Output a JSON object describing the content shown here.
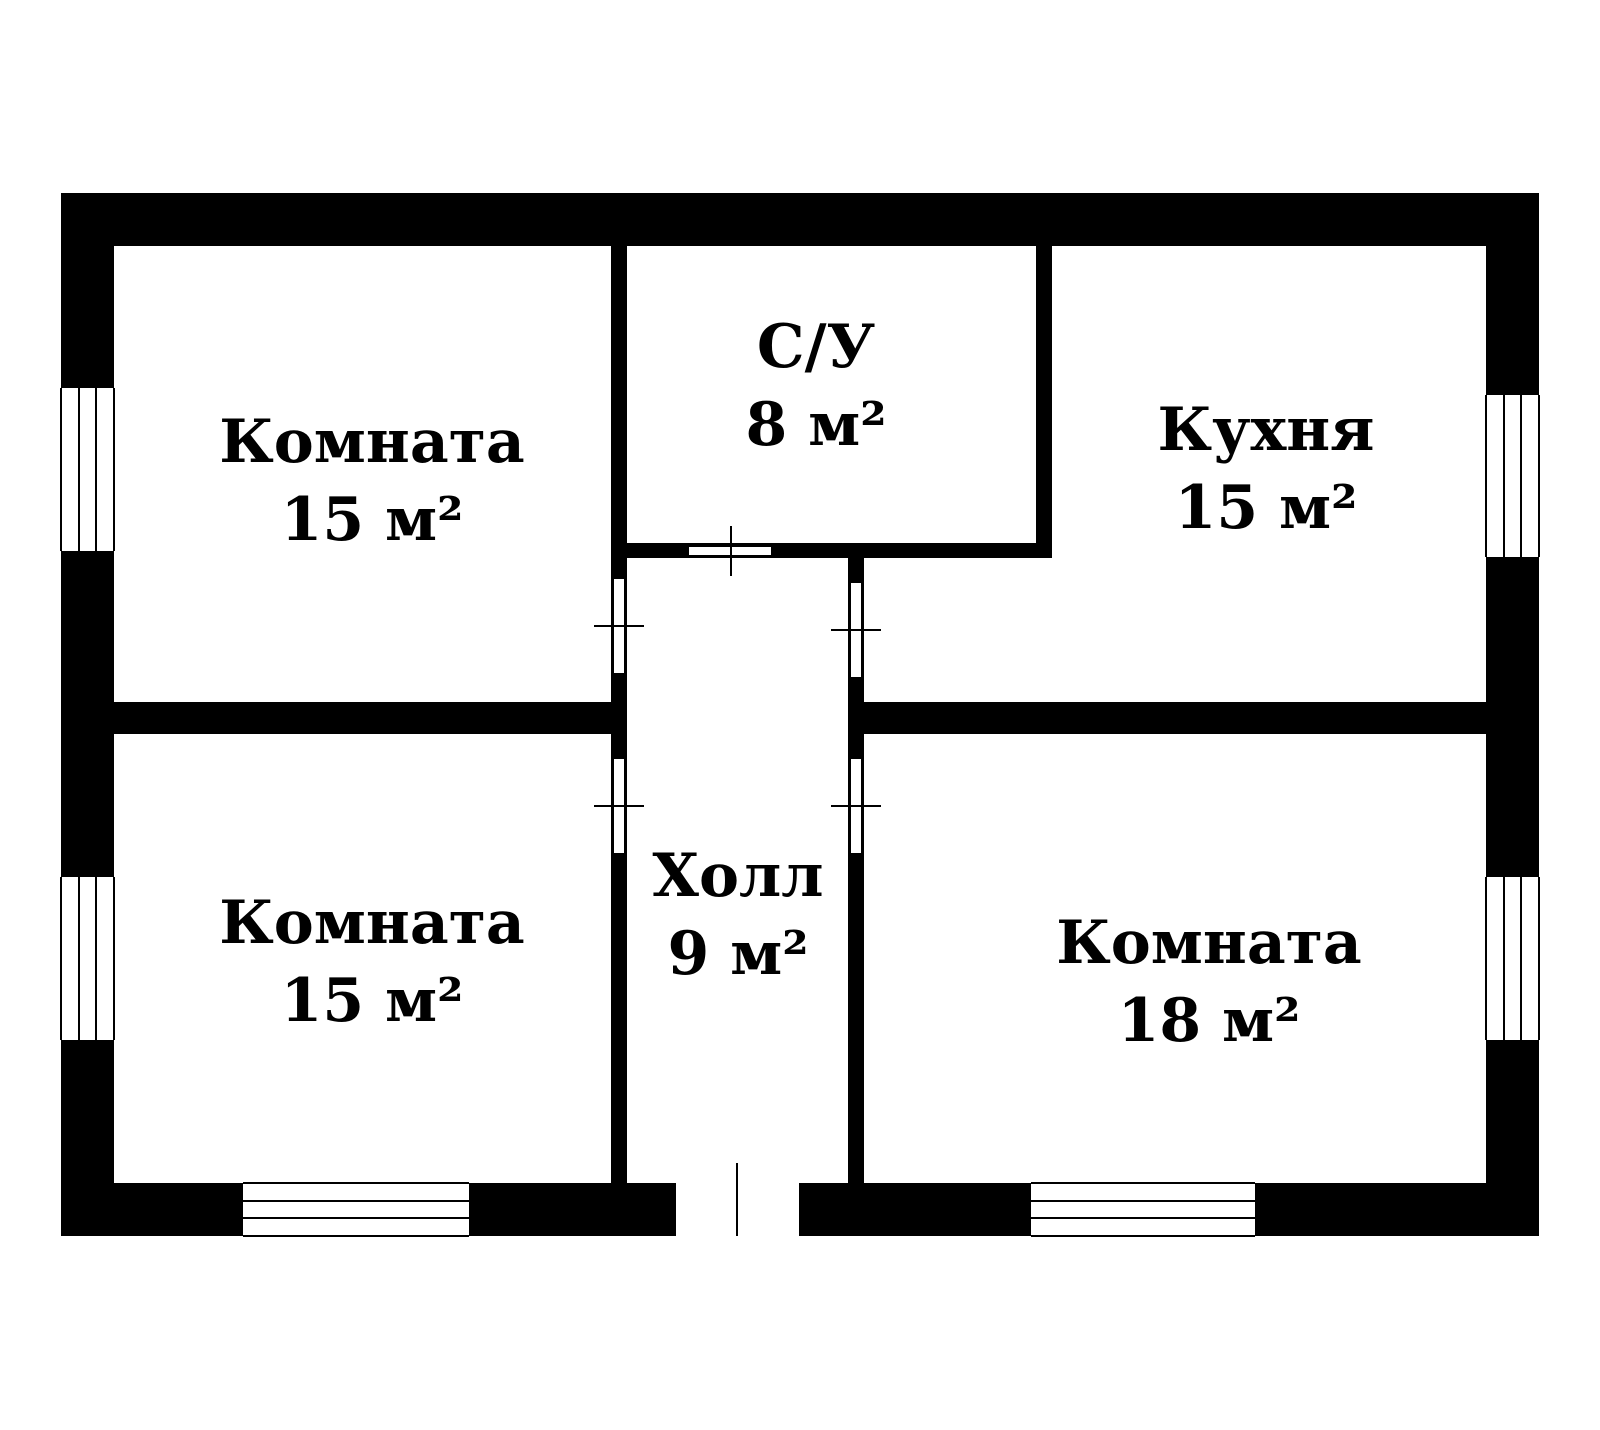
{
  "colors": {
    "wall": "#000000",
    "floor": "#ffffff",
    "window_line": "#000000"
  },
  "rooms": [
    {
      "id": "room-top-left",
      "name": "Комната",
      "area": "15 м²"
    },
    {
      "id": "bathroom",
      "name": "С/У",
      "area": "8 м²"
    },
    {
      "id": "kitchen",
      "name": "Кухня",
      "area": "15 м²"
    },
    {
      "id": "room-bottom-left",
      "name": "Комната",
      "area": "15 м²"
    },
    {
      "id": "hall",
      "name": "Холл",
      "area": "9 м²"
    },
    {
      "id": "room-bottom-right",
      "name": "Комната",
      "area": "18 м²"
    }
  ]
}
